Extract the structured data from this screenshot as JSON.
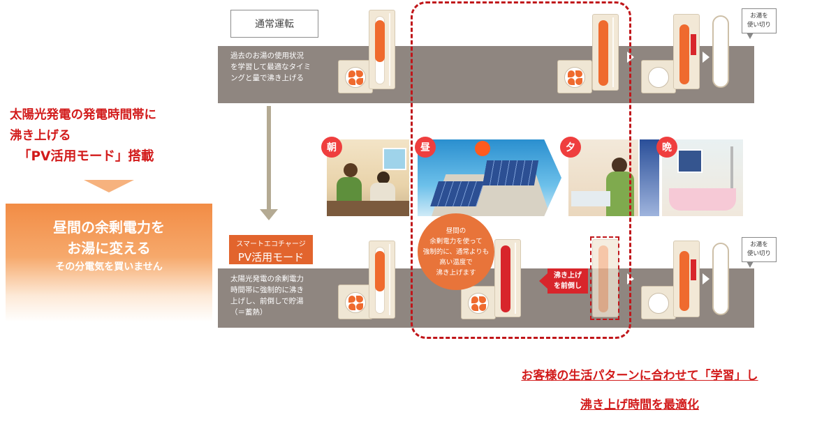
{
  "left": {
    "title_line1": "太陽光発電の発電時間帯に",
    "title_line2": "沸き上げる",
    "title_line3": "「PV活用モード」搭載",
    "box_line1": "昼間の余剰電力を",
    "box_line2": "お湯に変える",
    "box_line3": "その分電気を買いません"
  },
  "top_row": {
    "label": "通常運転",
    "description_line1": "過去のお湯の使用状況",
    "description_line2": "を学習して最適なタイミ",
    "description_line3": "ングと量で沸き上げる",
    "bubble_line1": "お湯を",
    "bubble_line2": "使い切り"
  },
  "bottom_row": {
    "label_small": "スマートエコチャージ",
    "label_big": "PV活用モード",
    "description_line1": "太陽光発電の余剰電力",
    "description_line2": "時間帯に強制的に沸き",
    "description_line3": "上げし、前倒しで貯湯",
    "description_line4": "（＝蓄熱）",
    "bubble_line1": "お湯を",
    "bubble_line2": "使い切り"
  },
  "scenes": {
    "morning": "朝",
    "noon": "昼",
    "evening": "夕",
    "night": "晩"
  },
  "noon_circle": {
    "line1": "昼間の",
    "line2": "余剰電力を使って",
    "line3": "強制的に、通常よりも",
    "line4": "高い温度で",
    "line5": "沸き上げます"
  },
  "tag": {
    "line1": "沸き上げ",
    "line2": "を前倒し"
  },
  "bottom_note": {
    "line1": "お客様の生活パターンに合わせて「学習」し",
    "line2": "沸き上げ時間を最適化"
  },
  "colors": {
    "accent_red": "#d21b1b",
    "orange": "#ef6a2e",
    "band_gray": "#8f8680"
  }
}
